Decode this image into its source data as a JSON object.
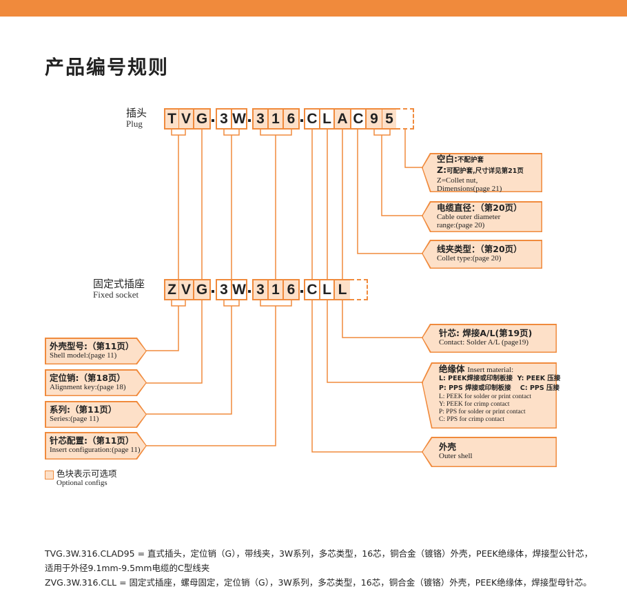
{
  "title": "产品编号规则",
  "plug": {
    "zh": "插头",
    "en": "Plug",
    "codes": [
      "T",
      "V",
      "G",
      "3",
      "W",
      "3",
      "1",
      "6",
      "C",
      "L",
      "A",
      "C",
      "9",
      "5"
    ]
  },
  "socket": {
    "zh": "固定式插座",
    "en": "Fixed socket",
    "codes": [
      "Z",
      "V",
      "G",
      "3",
      "W",
      "3",
      "1",
      "6",
      "C",
      "L",
      "L"
    ]
  },
  "right_callouts": {
    "blank": {
      "l1a": "空白:",
      "l1b": "不配护套",
      "l2a": "Z:",
      "l2b": "可配护套,尺寸详见第21页",
      "en1": "Z=Collet nut,",
      "en2": "Dimensions(page 21)"
    },
    "cable": {
      "zh": "电缆直径：（第20页）",
      "en1": "Cable outer diameter",
      "en2": "range:(page 20)"
    },
    "collet": {
      "zh": "线夹类型：（第20页）",
      "en": "Collet type:(page 20)"
    },
    "contact": {
      "zh": "针芯: 焊接A/L(第19页)",
      "en": "Contact: Solder A/L (page19)"
    },
    "insert": {
      "zh": "绝缘体",
      "en": "Insert material:",
      "l1": "L: PEEK焊接或印制板接",
      "l1b": "Y: PEEK 压接",
      "l2": "P: PPS 焊接或印制板接",
      "l2b": "C: PPS 压接",
      "e1": "L: PEEK  for solder or print contact",
      "e2": "Y: PEEK  for crimp contact",
      "e3": "P: PPS  for solder or print contact",
      "e4": "C: PPS  for crimp contact"
    },
    "shell": {
      "zh": "外壳",
      "en": "Outer shell"
    }
  },
  "left_callouts": [
    {
      "zh": "外壳型号:（第11页）",
      "en": "Shell model:(page 11)"
    },
    {
      "zh": "定位销:（第18页）",
      "en": "Alignment key:(page 18)"
    },
    {
      "zh": "系列:（第11页）",
      "en": "Series:(page 11)"
    },
    {
      "zh": "针芯配置:（第11页）",
      "en": "Insert configuration:(page 11)"
    }
  ],
  "legend": {
    "zh": "色块表示可选项",
    "en": "Optional configs"
  },
  "notes": [
    "TVG.3W.316.CLAD95 = 直式插头，定位销（G），带线夹，3W系列，多芯类型，16芯，铜合金（镀铬）外壳，PEEK绝缘体，焊接型公针芯，",
    "适用于外径9.1mm-9.5mm电缆的C型线夹",
    "ZVG.3W.316.CLL = 固定式插座，螺母固定，定位销（G），3W系列，多芯类型，16芯，铜合金（镀铬）外壳，PEEK绝缘体，焊接型母针芯。"
  ],
  "colors": {
    "accent": "#f08a3c",
    "fill": "#fde0c8"
  }
}
